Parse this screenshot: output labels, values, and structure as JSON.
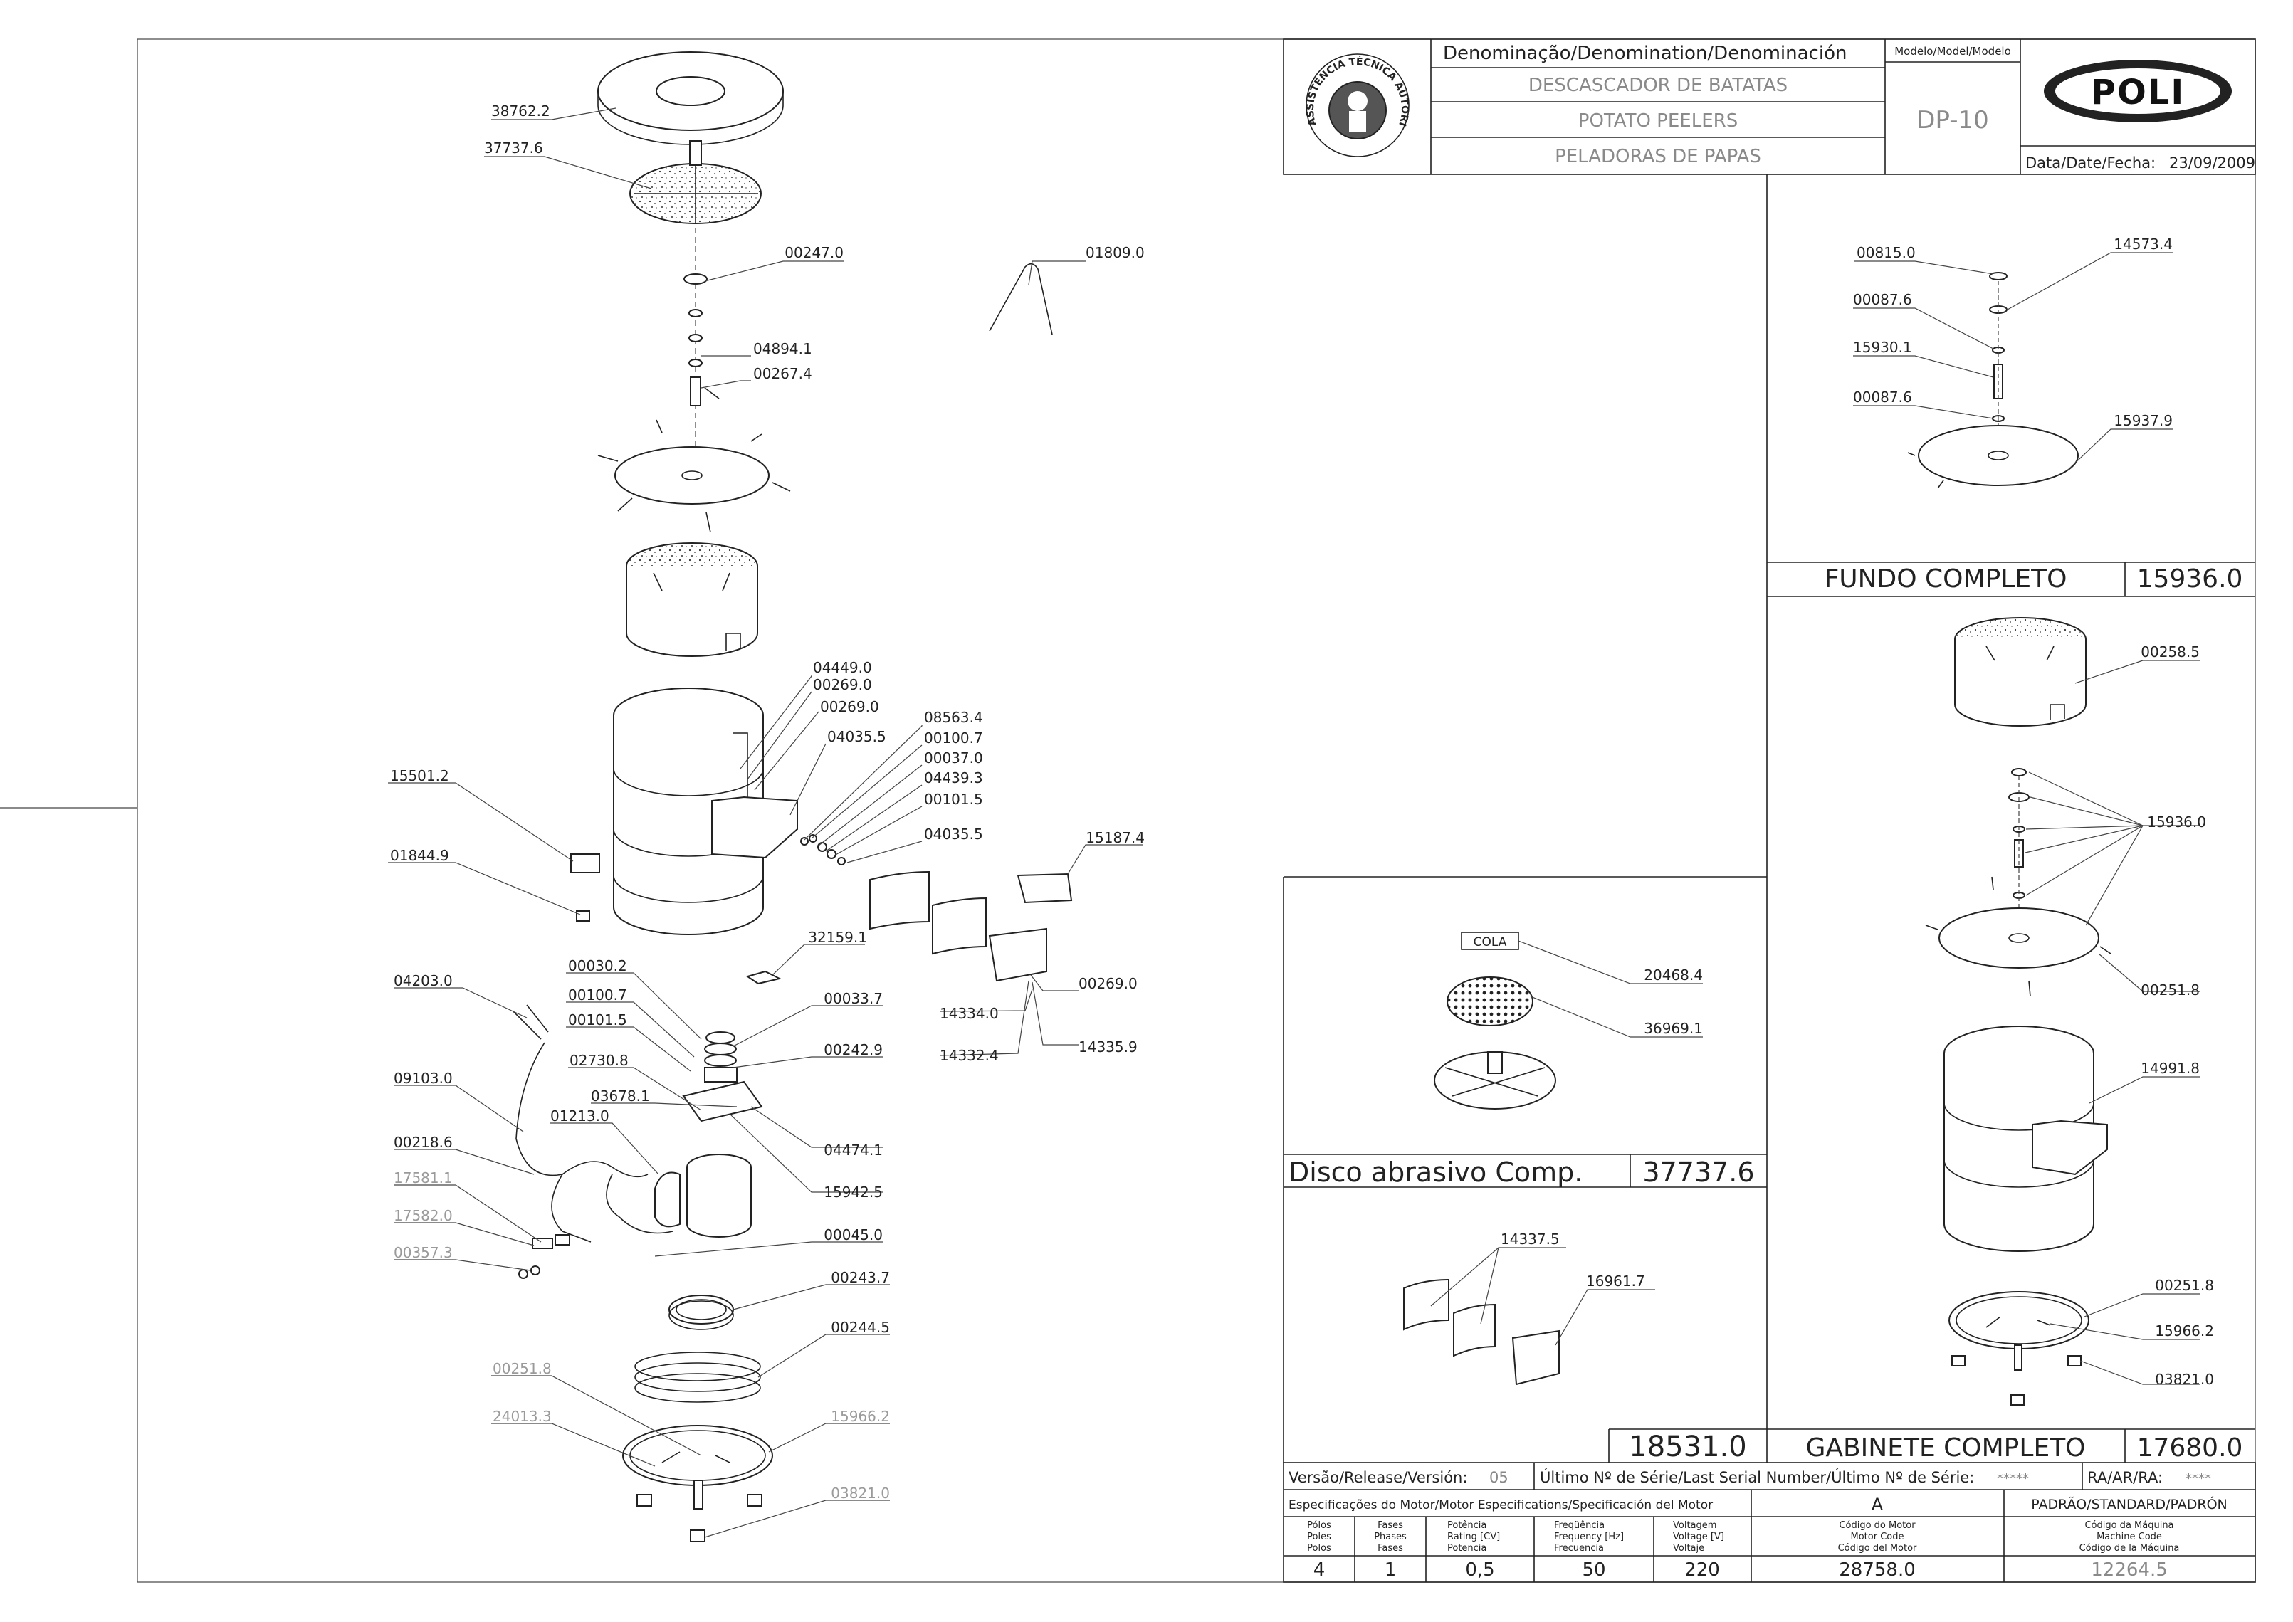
{
  "title_block": {
    "denomination_label": "Denominação/Denomination/Denominación",
    "name_pt": "DESCASCADOR DE BATATAS",
    "name_en": "POTATO PEELERS",
    "name_es": "PELADORAS DE PAPAS",
    "model_label": "Modelo/Model/Modelo",
    "model": "DP-10",
    "brand": "POLI",
    "seal_text": "ASSISTÊNCIA TÉCNICA AUTORIZADA",
    "date_label": "Data/Date/Fecha:",
    "date": "23/09/2009"
  },
  "main_labels": {
    "l38762_2": "38762.2",
    "l37737_6": "37737.6",
    "l00247_0": "00247.0",
    "l01809_0": "01809.0",
    "l04894_1": "04894.1",
    "l00267_4": "00267.4",
    "l04449_0": "04449.0",
    "l00269_0a": "00269.0",
    "l00269_0b": "00269.0",
    "l04035_5a": "04035.5",
    "l08563_4": "08563.4",
    "l00100_7a": "00100.7",
    "l00037_0": "00037.0",
    "l04439_3": "04439.3",
    "l00101_5a": "00101.5",
    "l04035_5b": "04035.5",
    "l15501_2": "15501.2",
    "l01844_9": "01844.9",
    "l15187_4": "15187.4",
    "l32159_1": "32159.1",
    "l04203_0": "04203.0",
    "l00030_2": "00030.2",
    "l00100_7b": "00100.7",
    "l00101_5b": "00101.5",
    "l00033_7": "00033.7",
    "l00242_9": "00242.9",
    "l14334_0": "14334.0",
    "l00269_0c": "00269.0",
    "l14332_4": "14332.4",
    "l14335_9": "14335.9",
    "l02730_8": "02730.8",
    "l09103_0": "09103.0",
    "l03678_1": "03678.1",
    "l01213_0": "01213.0",
    "l04474_1": "04474.1",
    "l00218_6": "00218.6",
    "l15942_5": "15942.5",
    "l17581_1": "17581.1",
    "l17582_0": "17582.0",
    "l00357_3": "00357.3",
    "l00045_0": "00045.0",
    "l00243_7": "00243.7",
    "l00244_5": "00244.5",
    "l00251_8": "00251.8",
    "l24013_3": "24013.3",
    "l15966_2": "15966.2",
    "l03821_0": "03821.0"
  },
  "fundo": {
    "l00815_0": "00815.0",
    "l14573_4": "14573.4",
    "l00087_6a": "00087.6",
    "l15930_1": "15930.1",
    "l00087_6b": "00087.6",
    "l15937_9": "15937.9",
    "title": "FUNDO COMPLETO",
    "code": "15936.0"
  },
  "gabinete": {
    "l00258_5": "00258.5",
    "l15936_0": "15936.0",
    "l00251_8": "00251.8",
    "l14991_8": "14991.8",
    "l00251_8b": "00251.8",
    "l15966_2": "15966.2",
    "l03821_0": "03821.0",
    "title": "GABINETE COMPLETO",
    "code": "17680.0"
  },
  "disco": {
    "cola": "COLA",
    "l20468_4": "20468.4",
    "l36969_1": "36969.1",
    "title": "Disco abrasivo Comp.",
    "code": "37737.6"
  },
  "kit": {
    "l14337_5": "14337.5",
    "l16961_7": "16961.7",
    "code": "18531.0"
  },
  "footer": {
    "version_label": "Versão/Release/Versión:",
    "version": "05",
    "serial_label": "Último Nº de Série/Last Serial Number/Último Nº de Série:",
    "serial": "*****",
    "ra_label": "RA/AR/RA:",
    "ra": "****",
    "motor_spec_label": "Especificações do Motor/Motor Especifications/Specificación del Motor",
    "col_a": "A",
    "standard": "PADRÃO/STANDARD/PADRÓN",
    "h_poles": [
      "Pólos",
      "Poles",
      "Polos"
    ],
    "h_phases": [
      "Fases",
      "Phases",
      "Fases"
    ],
    "h_power": [
      "Potência",
      "Rating [CV]",
      "Potencia"
    ],
    "h_freq": [
      "Freqüência",
      "Frequency [Hz]",
      "Frecuencia"
    ],
    "h_volt": [
      "Voltagem",
      "Voltage [V]",
      "Voltaje"
    ],
    "h_motor_code": [
      "Código do Motor",
      "Motor Code",
      "Código del Motor"
    ],
    "h_machine_code": [
      "Código da Máquina",
      "Machine Code",
      "Código de la Máquina"
    ],
    "poles": "4",
    "phases": "1",
    "power": "0,5",
    "freq": "50",
    "volt": "220",
    "motor_code": "28758.0",
    "machine_code": "12264.5"
  }
}
